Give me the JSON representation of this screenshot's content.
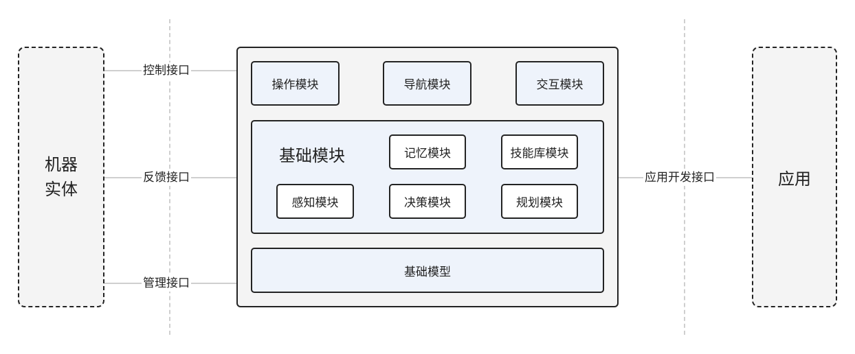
{
  "left_entity": {
    "label_line1": "机器",
    "label_line2": "实体"
  },
  "right_app": {
    "label": "应用"
  },
  "interfaces": {
    "control": "控制接口",
    "feedback": "反馈接口",
    "management": "管理接口",
    "app_dev": "应用开发接口"
  },
  "top_modules": [
    "操作模块",
    "导航模块",
    "交互模块"
  ],
  "base_panel": {
    "title": "基础模块",
    "modules": [
      "记忆模块",
      "技能库模块",
      "感知模块",
      "决策模块",
      "规划模块"
    ]
  },
  "base_model": "基础模型"
}
